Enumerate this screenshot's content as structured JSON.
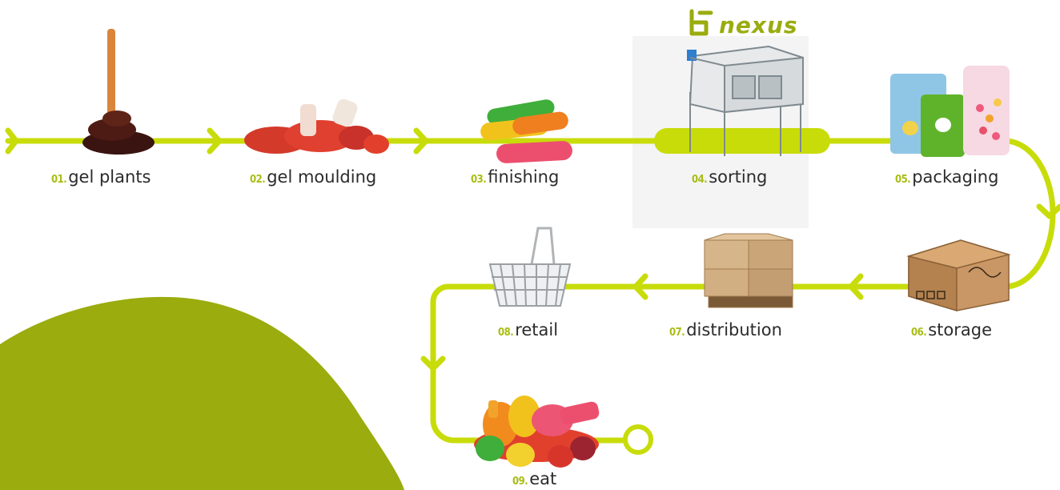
{
  "brand": {
    "logo_text": "nexus",
    "accent_color": "#c8dc0a",
    "blob_color": "#9aac0e",
    "number_color": "#a9bd12"
  },
  "steps": [
    {
      "number": "01.",
      "label": "gel plants",
      "icon": "syrup-drip-icon"
    },
    {
      "number": "02.",
      "label": "gel moulding",
      "icon": "gummy-bottles-icon"
    },
    {
      "number": "03.",
      "label": "finishing",
      "icon": "sour-gummy-sticks-icon"
    },
    {
      "number": "04.",
      "label": "sorting",
      "icon": "sorting-machine-icon"
    },
    {
      "number": "05.",
      "label": "packaging",
      "icon": "candy-pouches-icon"
    },
    {
      "number": "06.",
      "label": "storage",
      "icon": "cardboard-box-icon"
    },
    {
      "number": "07.",
      "label": "distribution",
      "icon": "pallet-boxes-icon"
    },
    {
      "number": "08.",
      "label": "retail",
      "icon": "shopping-basket-icon"
    },
    {
      "number": "09.",
      "label": "eat",
      "icon": "gummy-pile-icon"
    }
  ]
}
